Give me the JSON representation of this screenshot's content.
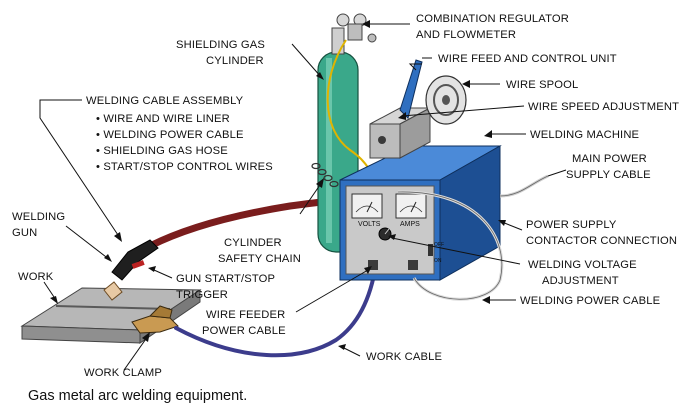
{
  "labels": {
    "combination_regulator_1": "COMBINATION REGULATOR",
    "combination_regulator_2": "AND FLOWMETER",
    "shielding_gas_cylinder_1": "SHIELDING GAS",
    "shielding_gas_cylinder_2": "CYLINDER",
    "wire_feed_control_unit": "WIRE FEED AND CONTROL UNIT",
    "wire_spool": "WIRE SPOOL",
    "wire_speed_adjustment": "WIRE SPEED ADJUSTMENT",
    "welding_machine": "WELDING MACHINE",
    "welding_cable_assembly": "WELDING CABLE ASSEMBLY",
    "assembly_items": [
      "• WIRE AND WIRE LINER",
      "• WELDING POWER CABLE",
      "• SHIELDING GAS HOSE",
      "• START/STOP CONTROL WIRES"
    ],
    "main_power_supply_cable_1": "MAIN POWER",
    "main_power_supply_cable_2": "SUPPLY CABLE",
    "welding_gun_1": "WELDING",
    "welding_gun_2": "GUN",
    "power_supply_contactor_1": "POWER SUPPLY",
    "power_supply_contactor_2": "CONTACTOR CONNECTION",
    "cylinder_safety_chain_1": "CYLINDER",
    "cylinder_safety_chain_2": "SAFETY CHAIN",
    "work": "WORK",
    "gun_start_stop_1": "GUN START/STOP",
    "gun_start_stop_2": "TRIGGER",
    "welding_voltage_adjustment_1": "WELDING VOLTAGE",
    "welding_voltage_adjustment_2": "ADJUSTMENT",
    "wire_feeder_power_cable_1": "WIRE FEEDER",
    "wire_feeder_power_cable_2": "POWER CABLE",
    "welding_power_cable": "WELDING POWER CABLE",
    "work_cable": "WORK CABLE",
    "work_clamp": "WORK CLAMP"
  },
  "machine_markings": {
    "volts": "VOLTS",
    "amps": "AMPS",
    "off": "OFF",
    "on": "ON"
  },
  "caption": "Gas metal arc welding equipment.",
  "colors": {
    "cylinder": "#3aa88a",
    "machine": "#2f6fc0",
    "machine_side": "#1d4f93",
    "welding_cable": "#7a1d1d",
    "work_cable": "#3c3c8c",
    "gas_hose": "#e0b400"
  }
}
